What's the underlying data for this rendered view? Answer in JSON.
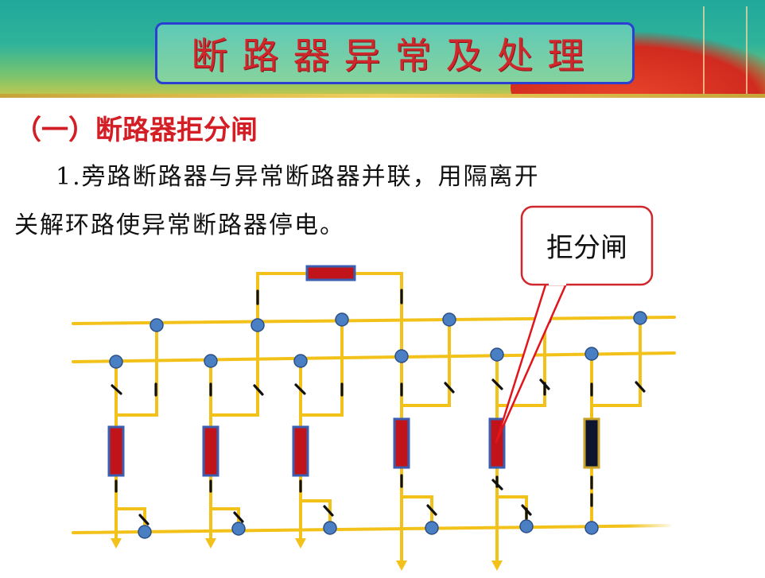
{
  "header": {
    "title": "断路器异常及处理",
    "accent": "#d0272c",
    "border": "#2b3fd0"
  },
  "section": {
    "heading": "（一）断路器拒分闸"
  },
  "paragraph": {
    "number": "1.",
    "line1": "旁路断路器与异常断路器并联，用隔离开",
    "line2": "关解环路使异常断路器停电。"
  },
  "diagram": {
    "callout_label": "拒分闸",
    "colors": {
      "wire": "#f2c21b",
      "node": "#4a7fc4",
      "breaker_normal": "#c0141a",
      "breaker_faulty": "#0b1530",
      "callout_border": "#d0272c",
      "callout_pointer": "#e0161c"
    },
    "breakers": [
      {
        "id": "b1",
        "state": "closed"
      },
      {
        "id": "b2",
        "state": "closed"
      },
      {
        "id": "b3",
        "state": "closed"
      },
      {
        "id": "b4",
        "state": "closed"
      },
      {
        "id": "b5",
        "state": "refused-to-open"
      },
      {
        "id": "b6",
        "state": "bypass"
      }
    ]
  }
}
